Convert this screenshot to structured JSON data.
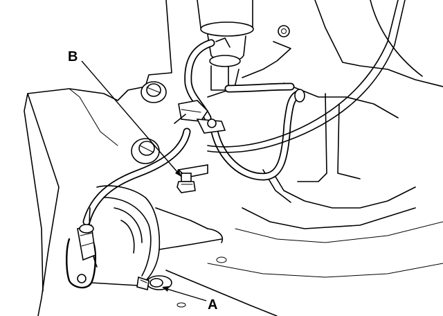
{
  "figure": {
    "callouts": [
      {
        "id": "B",
        "label": "B"
      },
      {
        "id": "A",
        "label": "A"
      }
    ]
  }
}
